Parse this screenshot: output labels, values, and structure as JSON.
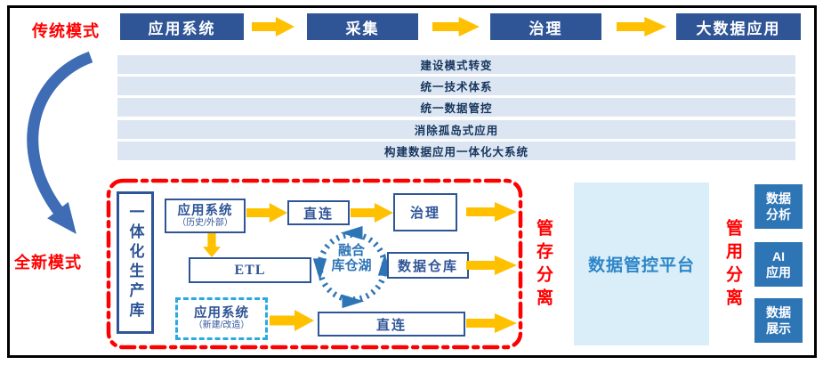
{
  "traditional": {
    "label": "传统模式",
    "flow": [
      "应用系统",
      "采集",
      "治理",
      "大数据应用"
    ]
  },
  "transition_points": [
    "建设模式转变",
    "统一技术体系",
    "统一数据管控",
    "消除孤岛式应用",
    "构建数据应用一体化大系统"
  ],
  "new_mode": {
    "label": "全新模式",
    "integrated_db": "一体化生产库",
    "app_system_hist": {
      "title": "应用系统",
      "subtitle": "（历史/外部）"
    },
    "direct_connect_1": "直连",
    "governance": "治理",
    "etl": "ETL",
    "fusion_lake": {
      "line1": "融合",
      "line2": "库仓湖"
    },
    "data_warehouse": "数据仓库",
    "app_system_new": {
      "title": "应用系统",
      "subtitle": "（新建/改造）"
    },
    "direct_connect_2": "直连"
  },
  "separation": {
    "storage": "管存分离",
    "usage": "管用分离"
  },
  "platform": {
    "label": "数据管控平台"
  },
  "applications": [
    {
      "line1": "数据",
      "line2": "分析"
    },
    {
      "line1": "AI",
      "line2": "应用"
    },
    {
      "line1": "数据",
      "line2": "展示"
    }
  ],
  "colors": {
    "navy_box": "#2F5597",
    "arrow_yellow": "#FFC000",
    "bar_bg": "#DCE6F3",
    "bar_text": "#17365D",
    "red_accent": "#FF0000",
    "cyan_dashed": "#29ABE2",
    "platform_bg": "#D9EEF9",
    "platform_text": "#2E86C8",
    "app_box_bg": "#2E75B6",
    "curve_blue": "#3E6CB5"
  }
}
